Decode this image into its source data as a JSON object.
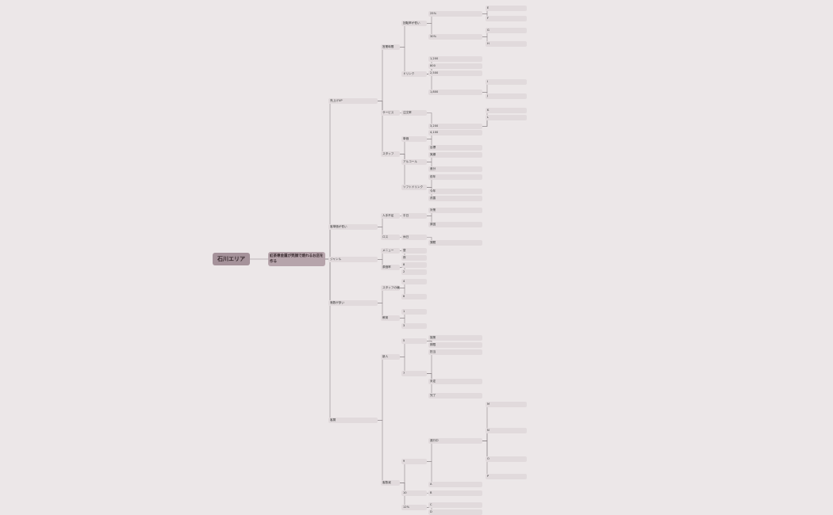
{
  "root": "石川エリア",
  "topic": "紅茶専金属が笑顔で焼れるお店を作る",
  "colors": {
    "line": "#8e8589",
    "node": "#e1dadc",
    "root": "#a5929a",
    "topic": "#b6a4ab",
    "dot_red": "#e05a4f",
    "dot_orange": "#e8a34a"
  },
  "nodes": [
    "売上げUP",
    "客単価が低い",
    "ジャンル",
    "席数が多い",
    "客層",
    "営業時間",
    "サービス",
    "スタッフ",
    "人手不足",
    "ロス",
    "メニュー",
    "原価率",
    "スタッフの練度が低い",
    "教育",
    "新人",
    "客数減",
    "回転率が低い",
    "ドリンク",
    "注文率",
    "単価",
    "アルコール",
    "ソフトドリンク",
    "平日",
    "休日",
    "昼",
    "夜",
    "8",
    "2",
    "4",
    "6",
    "1",
    "3",
    "5",
    "7",
    "9",
    "10",
    "12%",
    "25%",
    "30%",
    "1,200",
    "800",
    "2,500",
    "1,800",
    "3,200",
    "4,100",
    "目標",
    "実績",
    "差分",
    "前年",
    "今年",
    "改善",
    "対策",
    "原因",
    "課題",
    "施策",
    "期限",
    "担当",
    "未定",
    "完了",
    "進行中",
    "A",
    "B",
    "C",
    "D",
    "E",
    "F",
    "G",
    "H",
    "I",
    "J",
    "K",
    "L",
    "M",
    "N",
    "O",
    "P"
  ]
}
